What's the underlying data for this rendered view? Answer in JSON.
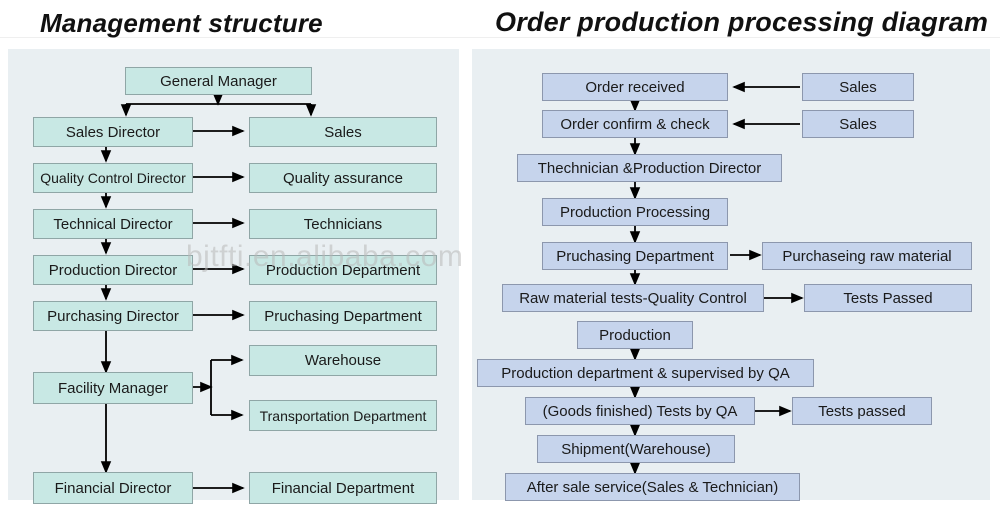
{
  "page": {
    "watermark": "bjtfti.en.alibaba.com",
    "background": "#ffffff",
    "panel_background": "#e9eff2",
    "teal_fill": "#c8e8e4",
    "blue_fill": "#c6d4ec",
    "line_color": "#000000"
  },
  "left_panel": {
    "title": "Management structure",
    "nodes": {
      "general_manager": "General Manager",
      "sales_director": "Sales Director",
      "sales": "Sales",
      "quality_control_director": "Quality Control Director",
      "quality_assurance": "Quality assurance",
      "technical_director": "Technical Director",
      "technicians": "Technicians",
      "production_director": "Production Director",
      "production_department": "Production Department",
      "purchasing_director": "Purchasing Director",
      "pruchasing_department": "Pruchasing Department",
      "facility_manager": "Facility Manager",
      "warehouse": "Warehouse",
      "transportation_department": "Transportation Department",
      "financial_director": "Financial Director",
      "financial_department": "Financial Department"
    }
  },
  "right_panel": {
    "title": "Order production processing diagram",
    "nodes": {
      "order_received": "Order received",
      "sales_1": "Sales",
      "order_confirm_check": "Order confirm & check",
      "sales_2": "Sales",
      "technician_production_director": "Thechnician &Production Director",
      "production_processing": "Production Processing",
      "pruchasing_department": "Pruchasing Department",
      "purchaseing_raw_material": "Purchaseing raw material",
      "raw_material_tests": "Raw material tests-Quality Control",
      "tests_passed_1": "Tests Passed",
      "production": "Production",
      "production_department_qa": "Production department & supervised by QA",
      "goods_finished_tests": "(Goods finished) Tests by QA",
      "tests_passed_2": "Tests passed",
      "shipment_warehouse": "Shipment(Warehouse)",
      "after_sale_service": "After sale service(Sales & Technician)"
    }
  }
}
